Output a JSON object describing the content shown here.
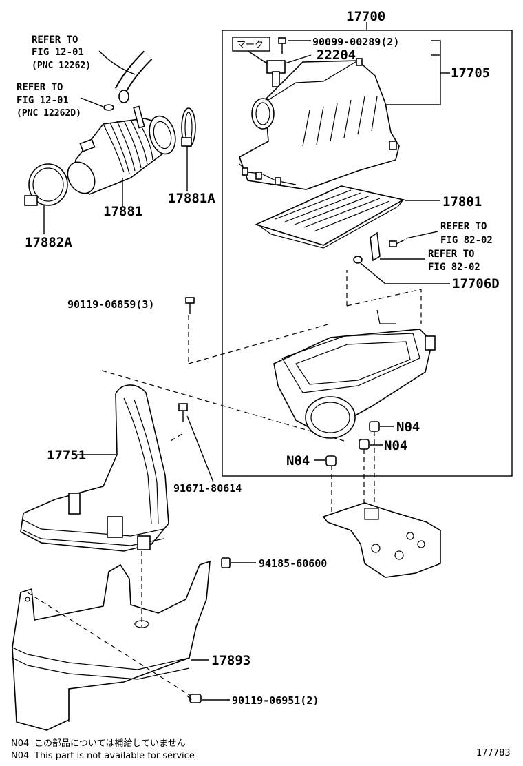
{
  "labels": {
    "p17700": "17700",
    "p90099": "90099-00289(2)",
    "p22204": "22204",
    "p17705": "17705",
    "mark": "マーク",
    "p17801": "17801",
    "p17706d": "17706D",
    "p90119a": "90119-06859(3)",
    "p17881": "17881",
    "p17881a": "17881A",
    "p17882a": "17882A",
    "p17751": "17751",
    "p91671": "91671-80614",
    "n04a": "N04",
    "n04b": "N04",
    "n04c": "N04",
    "p94185": "94185-60600",
    "p17893": "17893",
    "p90119b": "90119-06951(2)",
    "diagram_id": "177783"
  },
  "refs": {
    "ref1": [
      "REFER TO",
      "FIG 12-01",
      "(PNC 12262)"
    ],
    "ref2": [
      "REFER TO",
      "FIG 12-01",
      "(PNC 12262D)"
    ],
    "ref3": [
      "REFER TO",
      "FIG 82-02"
    ],
    "ref4": [
      "REFER TO",
      "FIG 82-02"
    ]
  },
  "footnotes": [
    {
      "code": "N04",
      "text": "この部品については補給していません"
    },
    {
      "code": "N04",
      "text": "This part is not available for service"
    }
  ]
}
